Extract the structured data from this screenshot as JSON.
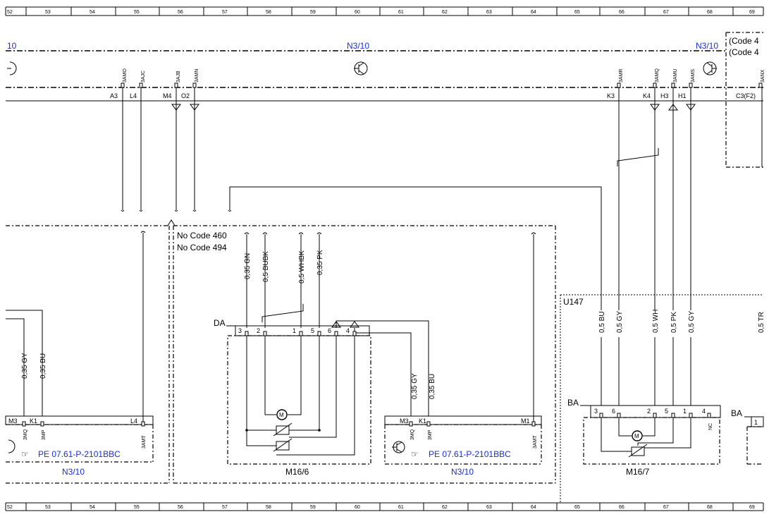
{
  "grid": {
    "columns": [
      "52",
      "53",
      "54",
      "55",
      "56",
      "57",
      "58",
      "59",
      "60",
      "61",
      "62",
      "63",
      "64",
      "65",
      "66",
      "67",
      "68",
      "69"
    ]
  },
  "colors": {
    "link": "#1a2fd6",
    "line": "#000000"
  },
  "control_unit": {
    "label_left": "10",
    "label_center": "N3/10",
    "label_right": "N3/10",
    "code_lines": [
      "(Code 4",
      "(Code 4"
    ]
  },
  "connectors_top": [
    {
      "code": "3AMO",
      "pin": "A3"
    },
    {
      "code": "3AJC",
      "pin": "L4"
    },
    {
      "code": "3AJB",
      "pin": "M4"
    },
    {
      "code": "3AMN",
      "pin": "O2"
    },
    {
      "code": "3AMR",
      "pin": "K3"
    },
    {
      "code": "3AMQ",
      "pin": "K4"
    },
    {
      "code": "3AMU",
      "pin": "H3"
    },
    {
      "code": "3AMS",
      "pin": "H1"
    },
    {
      "code": "3ANX",
      "pin": "C3(F2)"
    }
  ],
  "no_code": [
    "No Code 460",
    "No Code 494"
  ],
  "wires_center": [
    "0,35 GN",
    "0,5 BUBK",
    "0,5 WHBK",
    "0,35 PK"
  ],
  "wires_left": [
    "0,35 GY",
    "0,35 BU"
  ],
  "wires_mid": [
    "0,35 GY",
    "0,35 BU"
  ],
  "u147": {
    "label": "U147",
    "wires": [
      "0,5 BU",
      "0,5 GY",
      "0,5 WH",
      "0,5 PK",
      "0,5 GY",
      "0,5 TR"
    ]
  },
  "m16_6": {
    "name": "M16/6",
    "group": "DA",
    "pins": [
      "3",
      "2",
      "1",
      "5",
      "6",
      "4"
    ],
    "motor": "M"
  },
  "m16_7": {
    "name": "M16/7",
    "group": "BA",
    "pins": [
      "3",
      "6",
      "2",
      "5",
      "1",
      "4"
    ],
    "nc": "NC",
    "motor": "M",
    "group_right": "BA"
  },
  "left_module": {
    "pins": [
      "M3",
      "K1",
      "L4"
    ],
    "codes": [
      "3MQ",
      "3MP",
      "3AMT"
    ],
    "link": "PE 07.61-P-2101BBC",
    "name": "N3/10"
  },
  "mid_module": {
    "pins": [
      "M3",
      "K1",
      "M1"
    ],
    "codes": [
      "3MQ",
      "3MP",
      "3AMT"
    ],
    "link": "PE 07.61-P-2101BBC",
    "name": "N3/10"
  },
  "right_partial_pin": "1"
}
